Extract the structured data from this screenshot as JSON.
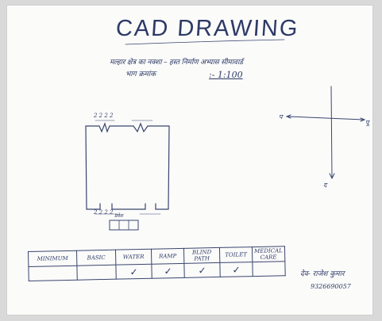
{
  "title": "CAD DRAWING",
  "subtitle_line1": "मल्हार क्षेत्र का नक्शा – हस्त निर्माण अभ्यास सीमावार्ड",
  "subtitle_line2": "भाग क्रमांक",
  "scale_text": ":- 1:100",
  "compass": {
    "west": "प",
    "east": "पू",
    "south": "द"
  },
  "plan_labels": {
    "top_dims": "2  2    2  2",
    "bottom_dims": "2 2      2 2",
    "entrance": "प्रवेश"
  },
  "facility_table": {
    "headers": [
      "MINIMUM",
      "BASIC",
      "WATER",
      "RAMP",
      "BLIND PATH",
      "TOILET",
      "MEDICAL CARE"
    ],
    "marks": [
      "",
      "",
      "✓",
      "✓",
      "✓",
      "✓",
      ""
    ]
  },
  "signature": {
    "name": "देव- राजेश कुमार",
    "phone": "9326690057"
  },
  "colors": {
    "ink": "#2d3a66",
    "paper": "#fbfbfa"
  }
}
